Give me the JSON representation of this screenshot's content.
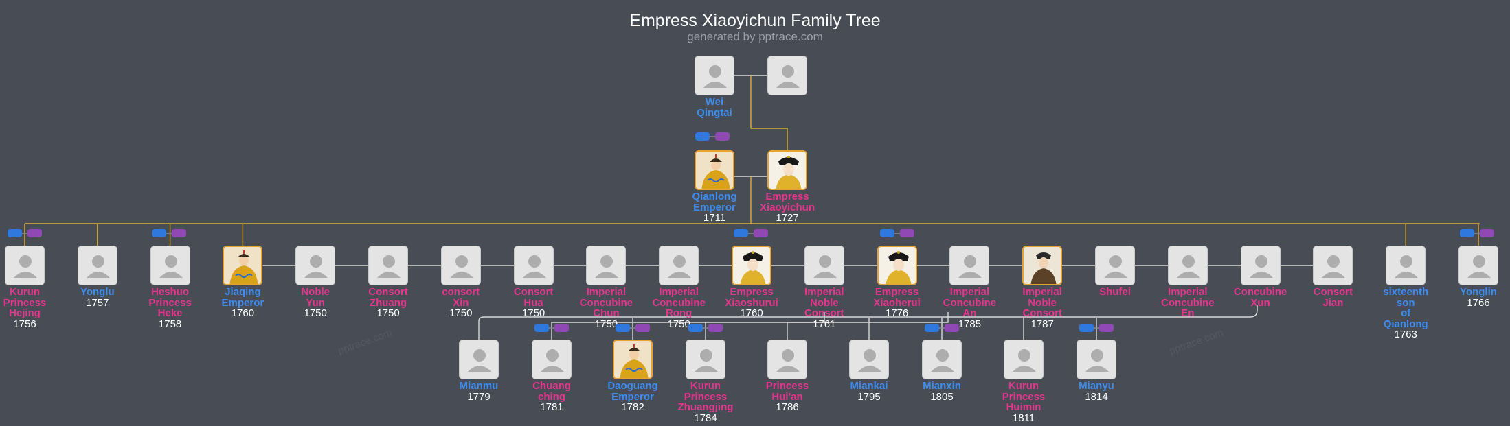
{
  "header": {
    "title": "Empress Xiaoyichun Family Tree",
    "subtitle": "generated by pptrace.com"
  },
  "watermark": "pptrace.com",
  "colors": {
    "background": "#474c55",
    "male": "#3d8cf0",
    "female": "#e5358d",
    "line": "#e0ad35",
    "child_line": "#d8d8d8"
  },
  "people": [
    {
      "id": "wei-qingtai",
      "name": "Wei Qingtai",
      "gender": "m",
      "year": "",
      "portrait": false
    },
    {
      "id": "wei-wife",
      "name": "",
      "gender": "f",
      "year": "",
      "portrait": false
    },
    {
      "id": "qianlong-emperor",
      "name": "Qianlong Emperor",
      "gender": "m",
      "year": "1711",
      "portrait": "emperor"
    },
    {
      "id": "empress-xiaoyichun",
      "name": "Empress Xiaoyichun",
      "gender": "f",
      "year": "1727",
      "portrait": "empress"
    },
    {
      "id": "kurun-princess-hejing",
      "name": "Kurun Princess Hejing",
      "gender": "f",
      "year": "1756",
      "portrait": false
    },
    {
      "id": "yonglu",
      "name": "Yonglu",
      "gender": "m",
      "year": "1757",
      "portrait": false
    },
    {
      "id": "heshuo-princess-heke",
      "name": "Heshuo Princess Heke",
      "gender": "f",
      "year": "1758",
      "portrait": false
    },
    {
      "id": "jiaqing-emperor",
      "name": "Jiaqing Emperor",
      "gender": "m",
      "year": "1760",
      "portrait": "emperor"
    },
    {
      "id": "noble-yun",
      "name": "Noble Yun",
      "gender": "f",
      "year": "1750",
      "portrait": false
    },
    {
      "id": "consort-zhuang",
      "name": "Consort Zhuang",
      "gender": "f",
      "year": "1750",
      "portrait": false
    },
    {
      "id": "consort-xin",
      "name": "consort Xin",
      "gender": "f",
      "year": "1750",
      "portrait": false
    },
    {
      "id": "consort-hua",
      "name": "Consort Hua",
      "gender": "f",
      "year": "1750",
      "portrait": false
    },
    {
      "id": "imperial-concubine-chun",
      "name": "Imperial Concubine Chun",
      "gender": "f",
      "year": "1750",
      "portrait": false
    },
    {
      "id": "imperial-concubine-rong",
      "name": "Imperial Concubine Rong",
      "gender": "f",
      "year": "1750",
      "portrait": false
    },
    {
      "id": "empress-xiaoshurui",
      "name": "Empress Xiaoshurui",
      "gender": "f",
      "year": "1760",
      "portrait": "empress"
    },
    {
      "id": "imperial-noble-consort-1",
      "name": "Imperial Noble Consort",
      "gender": "f",
      "year": "1761",
      "portrait": false
    },
    {
      "id": "empress-xiaoherui",
      "name": "Empress Xiaoherui",
      "gender": "f",
      "year": "1776",
      "portrait": "empress"
    },
    {
      "id": "imperial-concubine-an",
      "name": "Imperial Concubine An",
      "gender": "f",
      "year": "1785",
      "portrait": false
    },
    {
      "id": "imperial-noble-consort-2",
      "name": "Imperial Noble Consort",
      "gender": "f",
      "year": "1787",
      "portrait": "consort"
    },
    {
      "id": "shufei",
      "name": "Shufei",
      "gender": "f",
      "year": "",
      "portrait": false
    },
    {
      "id": "imperial-concubine-en",
      "name": "Imperial Concubine En",
      "gender": "f",
      "year": "",
      "portrait": false
    },
    {
      "id": "concubine-xun",
      "name": "Concubine Xun",
      "gender": "f",
      "year": "",
      "portrait": false
    },
    {
      "id": "consort-jian",
      "name": "Consort Jian",
      "gender": "f",
      "year": "",
      "portrait": false
    },
    {
      "id": "sixteenth-son",
      "name": "sixteenth son of Qianlong",
      "gender": "m",
      "year": "1763",
      "portrait": false
    },
    {
      "id": "yonglin",
      "name": "Yonglin",
      "gender": "m",
      "year": "1766",
      "portrait": false
    },
    {
      "id": "mianmu",
      "name": "Mianmu",
      "gender": "m",
      "year": "1779",
      "portrait": false
    },
    {
      "id": "chuang-ching",
      "name": "Chuang ching",
      "gender": "f",
      "year": "1781",
      "portrait": false
    },
    {
      "id": "daoguang-emperor",
      "name": "Daoguang Emperor",
      "gender": "m",
      "year": "1782",
      "portrait": "emperor"
    },
    {
      "id": "kurun-princess-zhuangjing",
      "name": "Kurun Princess Zhuangjing",
      "gender": "f",
      "year": "1784",
      "portrait": false
    },
    {
      "id": "princess-huian",
      "name": "Princess Hui'an",
      "gender": "f",
      "year": "1786",
      "portrait": false
    },
    {
      "id": "miankai",
      "name": "Miankai",
      "gender": "m",
      "year": "1795",
      "portrait": false
    },
    {
      "id": "mianxin",
      "name": "Mianxin",
      "gender": "m",
      "year": "1805",
      "portrait": false
    },
    {
      "id": "kurun-princess-huimin",
      "name": "Kurun Princess Huimin",
      "gender": "f",
      "year": "1811",
      "portrait": false
    },
    {
      "id": "mianyu",
      "name": "Mianyu",
      "gender": "m",
      "year": "1814",
      "portrait": false
    }
  ]
}
